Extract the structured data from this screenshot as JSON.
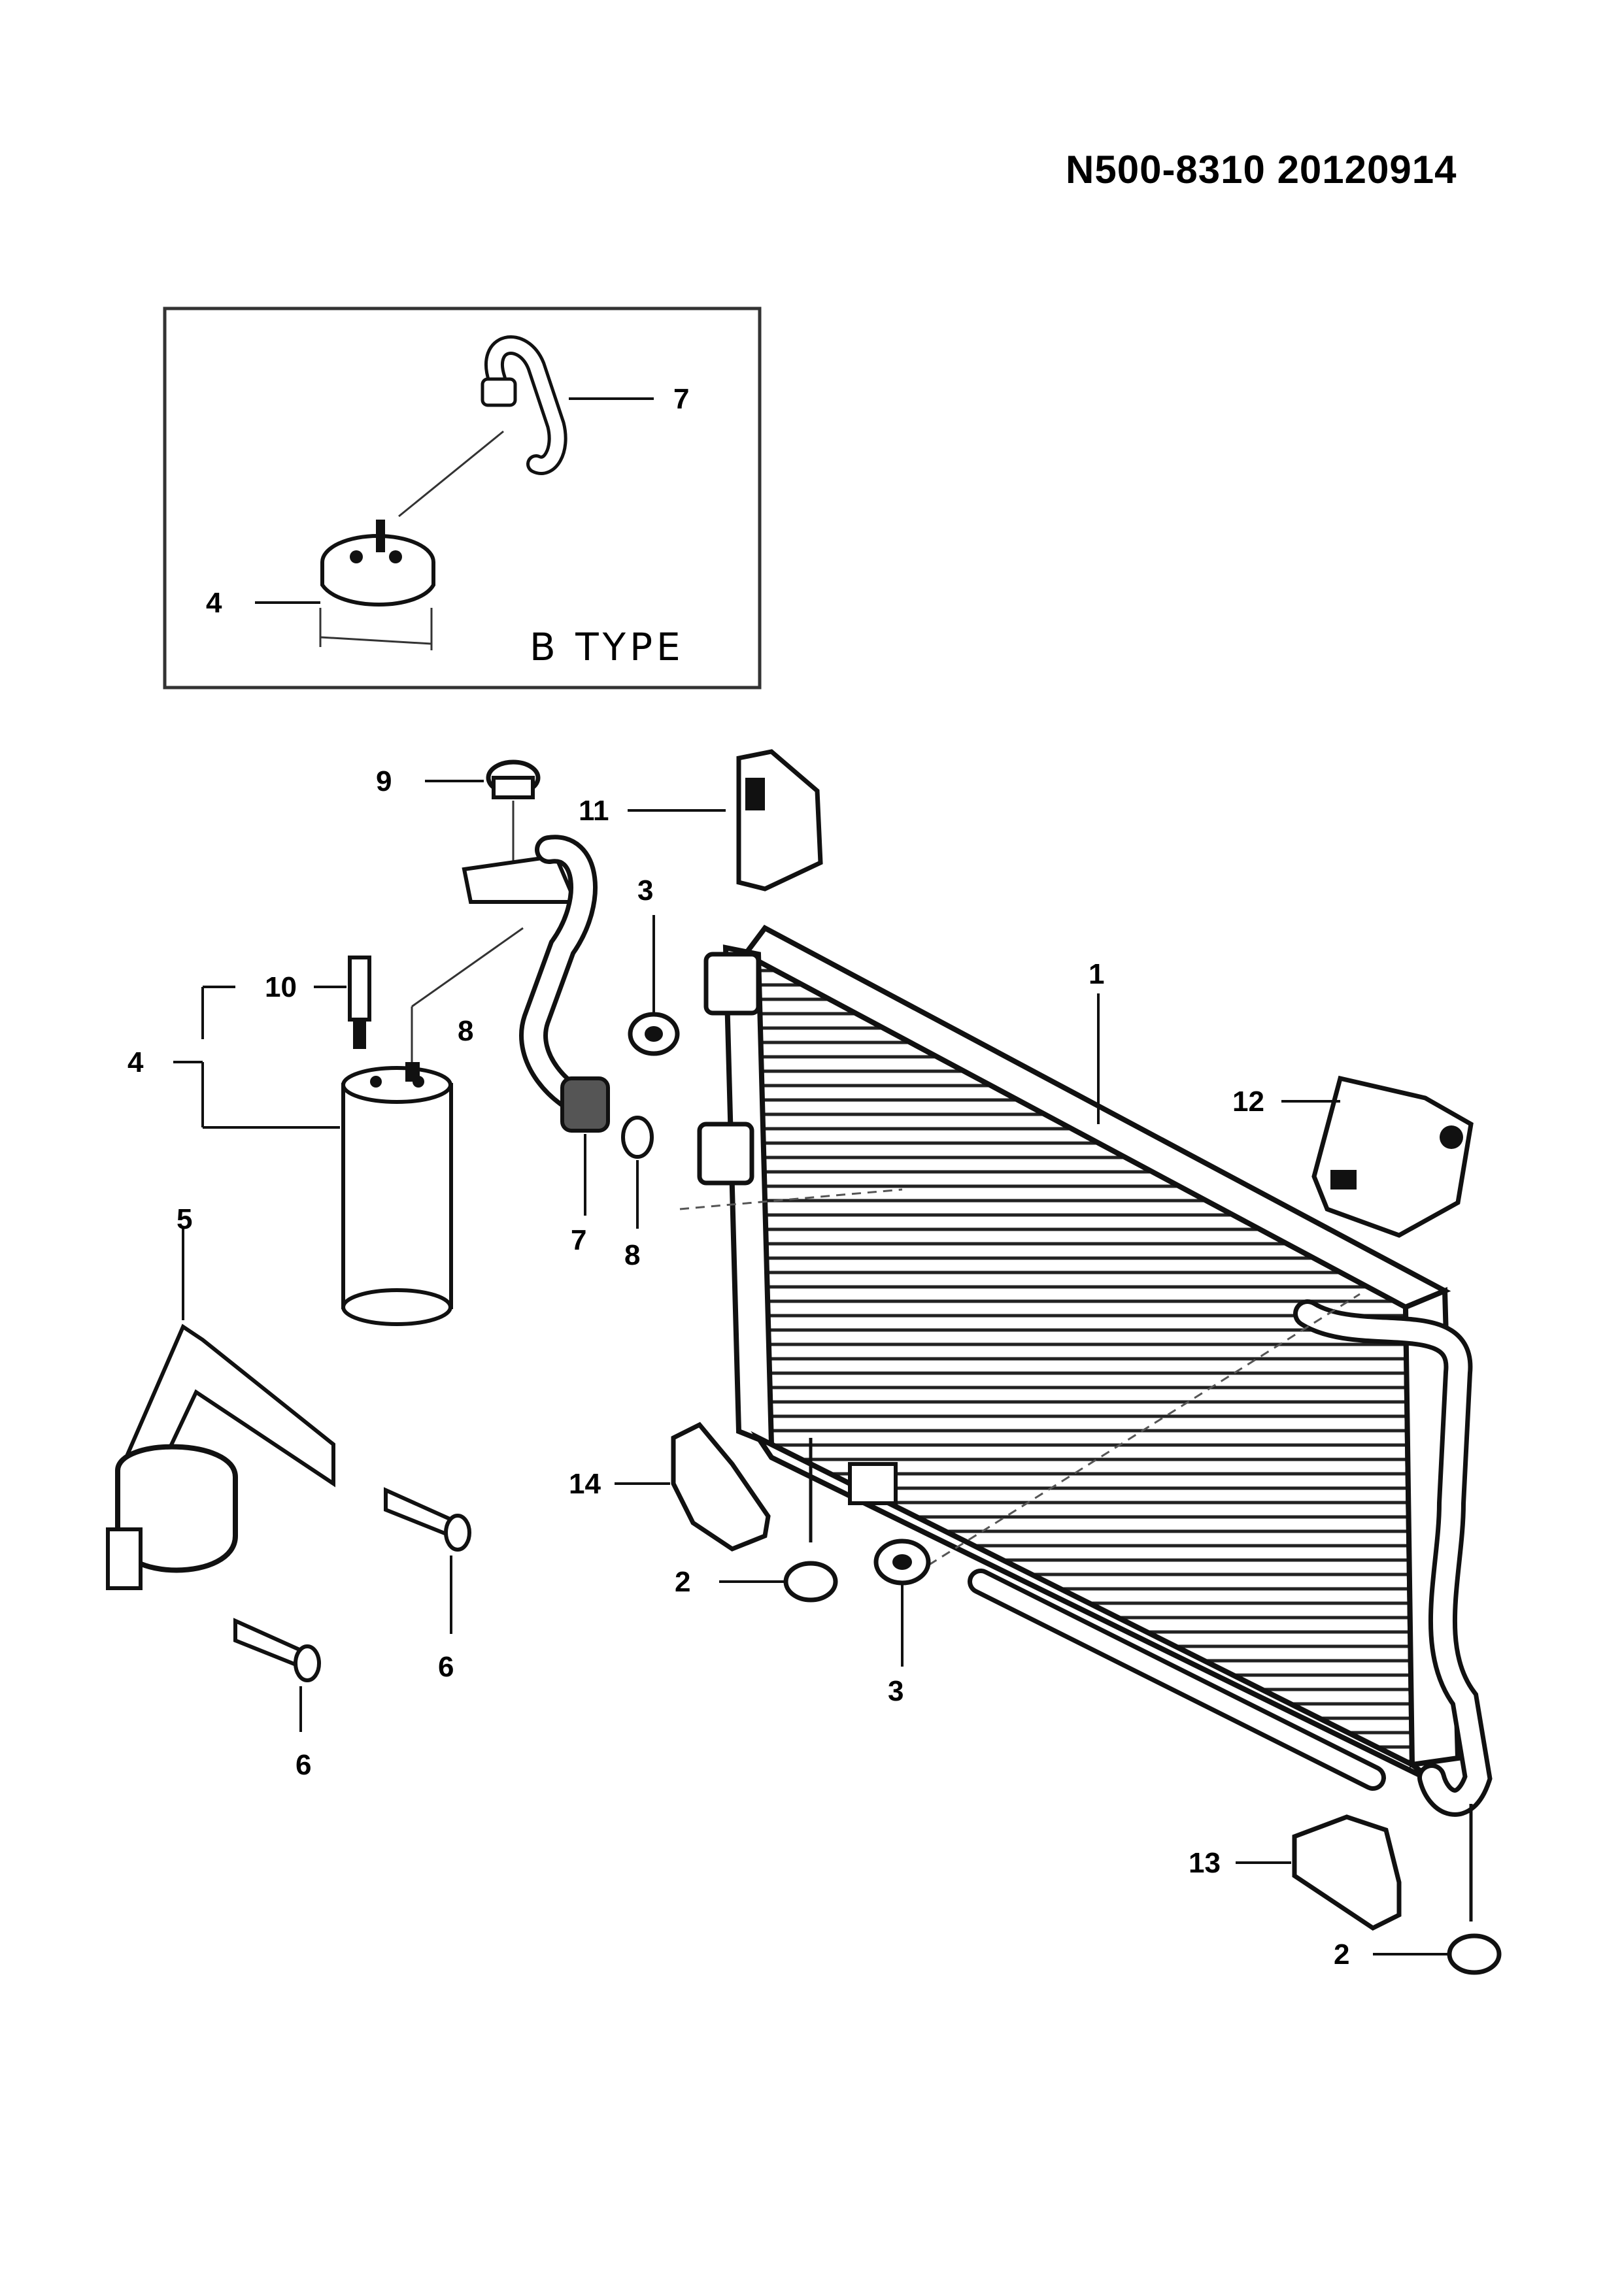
{
  "document": {
    "code": "N500-8310  20120914"
  },
  "inset": {
    "label": "B TYPE",
    "callouts": {
      "hose": "7",
      "drier_head": "4"
    }
  },
  "callouts": {
    "condenser": "1",
    "nut_left": "2",
    "nut_right": "2",
    "nut_top": "3",
    "nut_bottom": "3",
    "receiver_drier": "4",
    "bracket": "5",
    "bolt_upper": "6",
    "bolt_lower": "6",
    "hose": "7",
    "oring_upper": "8",
    "oring_lower": "8",
    "cap": "9",
    "pressure_switch": "10",
    "mount_upper": "11",
    "clip": "12",
    "insulator_right": "13",
    "insulator_left": "14"
  }
}
